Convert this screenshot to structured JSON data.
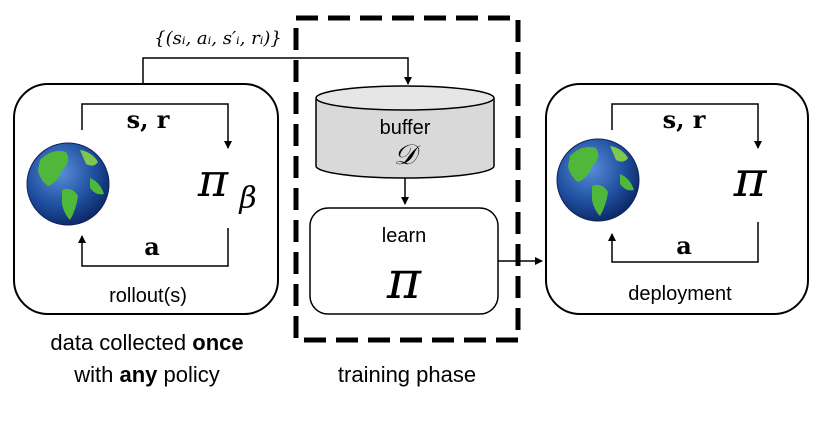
{
  "tuple_label": "{(sᵢ, aᵢ, s′ᵢ, rᵢ)}",
  "left_panel": {
    "state_reward": "s, r",
    "policy_symbol": "π",
    "policy_subscript": "β",
    "action": "a",
    "caption": "rollout(s)"
  },
  "buffer": {
    "label": "buffer",
    "symbol": "𝒟"
  },
  "learn": {
    "label": "learn",
    "symbol": "π"
  },
  "right_panel": {
    "state_reward": "s, r",
    "policy_symbol": "π",
    "action": "a",
    "caption": "deployment"
  },
  "bottom_left": {
    "line1_pre": "data collected ",
    "line1_bold": "once",
    "line2_pre": "with ",
    "line2_bold": "any",
    "line2_post": " policy"
  },
  "training_phase": "training phase",
  "icons": [
    "globe-icon",
    "globe-icon"
  ],
  "colors": {
    "buffer_fill": "#d9d9d9",
    "stroke": "#000000",
    "ocean": "#1f4fa0",
    "land": "#4fb83a"
  }
}
